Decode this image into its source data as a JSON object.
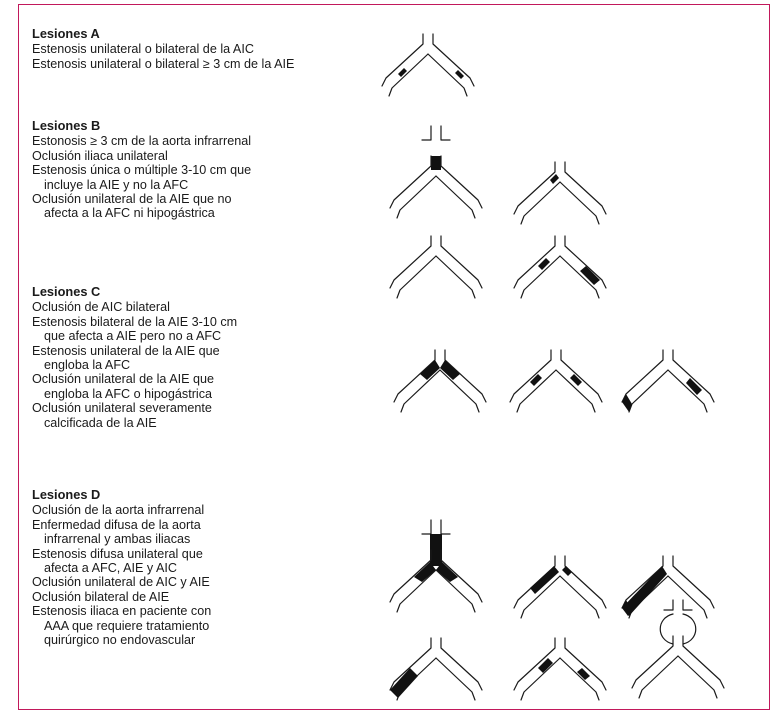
{
  "sections": [
    {
      "heading": "Lesiones A",
      "lines": [
        {
          "text": "Estenosis unilateral o bilateral de la AIC",
          "indent": false
        },
        {
          "text": "Estenosis unilateral o bilateral ≥ 3 cm de la AIE",
          "indent": false
        }
      ]
    },
    {
      "heading": "Lesiones B",
      "lines": [
        {
          "text": "Estonosis ≥ 3 cm de la aorta infrarrenal",
          "indent": false
        },
        {
          "text": "Oclusión iliaca unilateral",
          "indent": false
        },
        {
          "text": "Estenosis única o múltiple 3-10 cm que",
          "indent": false
        },
        {
          "text": "incluye la AIE y no la AFC",
          "indent": true
        },
        {
          "text": "Oclusión unilateral de la AIE que no",
          "indent": false
        },
        {
          "text": "afecta a la AFC ni hipogástrica",
          "indent": true
        }
      ]
    },
    {
      "heading": "Lesiones C",
      "lines": [
        {
          "text": "Oclusión de AIC bilateral",
          "indent": false
        },
        {
          "text": "Estenosis bilateral de la AIE 3-10 cm",
          "indent": false
        },
        {
          "text": "que afecta a AIE pero no a AFC",
          "indent": true
        },
        {
          "text": "Estenosis unilateral de la AIE que",
          "indent": false
        },
        {
          "text": "engloba la AFC",
          "indent": true
        },
        {
          "text": "Oclusión unilateral de la AIE que",
          "indent": false
        },
        {
          "text": "engloba la AFC o hipogástrica",
          "indent": true
        },
        {
          "text": "Oclusión unilateral severamente",
          "indent": false
        },
        {
          "text": "calcificada de la AIE",
          "indent": true
        }
      ]
    },
    {
      "heading": "Lesiones D",
      "lines": [
        {
          "text": "Oclusión de la aorta infrarrenal",
          "indent": false
        },
        {
          "text": "Enfermedad difusa de la aorta",
          "indent": false
        },
        {
          "text": "infrarrenal y ambas iliacas",
          "indent": true
        },
        {
          "text": "Estenosis difusa unilateral que",
          "indent": false
        },
        {
          "text": "afecta a AFC, AIE y AIC",
          "indent": true
        },
        {
          "text": "Oclusión unilateral de AIC y AIE",
          "indent": false
        },
        {
          "text": "Oclusión bilateral de AIE",
          "indent": false
        },
        {
          "text": "Estenosis iliaca en paciente con",
          "indent": false
        },
        {
          "text": "AAA que requiere tratamiento",
          "indent": true
        },
        {
          "text": "quirúrgico no endovascular",
          "indent": true
        }
      ]
    }
  ]
}
